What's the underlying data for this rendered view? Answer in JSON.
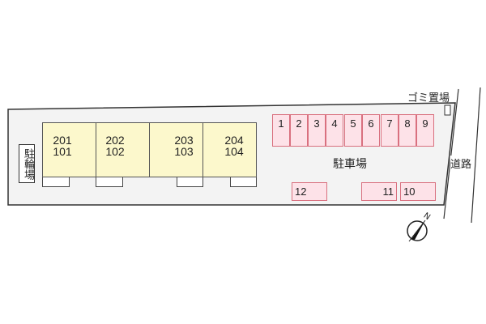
{
  "map": {
    "bicycle_parking_label": "駐輪場",
    "parking_lot_label": "駐車場",
    "garbage_area_label": "ゴミ置場",
    "road_label": "道路",
    "north_label": "N",
    "units": [
      {
        "upper": "201",
        "lower": "101"
      },
      {
        "upper": "202",
        "lower": "102"
      },
      {
        "upper": "203",
        "lower": "103"
      },
      {
        "upper": "204",
        "lower": "104"
      }
    ],
    "parking_top": [
      "1",
      "2",
      "3",
      "4",
      "5",
      "6",
      "7",
      "8",
      "9"
    ],
    "parking_bottom": [
      "12",
      "11",
      "10"
    ],
    "colors": {
      "unit_fill": "#fcf8cc",
      "parking_fill": "#fde2e8",
      "parking_border": "#d9707f",
      "site_fill": "#f3f3f3"
    }
  }
}
